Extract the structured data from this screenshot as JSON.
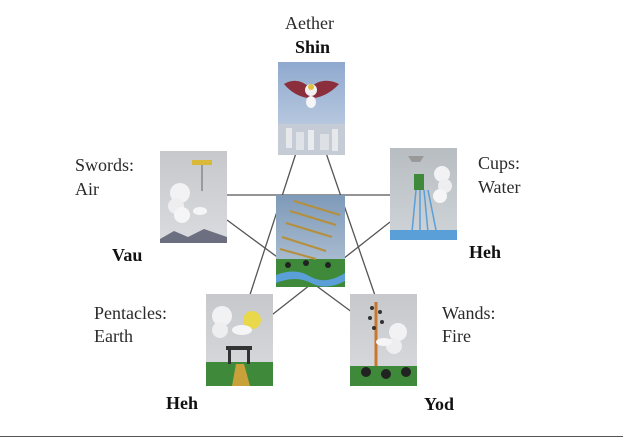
{
  "labels": {
    "top": {
      "element": "Aether",
      "letter": "Shin"
    },
    "upper_left": {
      "suit": "Swords:",
      "element": "Air",
      "letter": "Vau"
    },
    "upper_right": {
      "suit": "Cups:",
      "element": "Water",
      "letter": "Heh"
    },
    "lower_left": {
      "suit": "Pentacles:",
      "element": "Earth",
      "letter": "Heh"
    },
    "lower_right": {
      "suit": "Wands:",
      "element": "Fire",
      "letter": "Yod"
    }
  },
  "colors": {
    "line": "#555555",
    "sky": "#9fb6d6",
    "cloud": "#f2f2f4",
    "grass": "#3f8a3a",
    "gold": "#d9b83a",
    "water": "#5a9fd8",
    "wing": "#8b2f3c"
  }
}
